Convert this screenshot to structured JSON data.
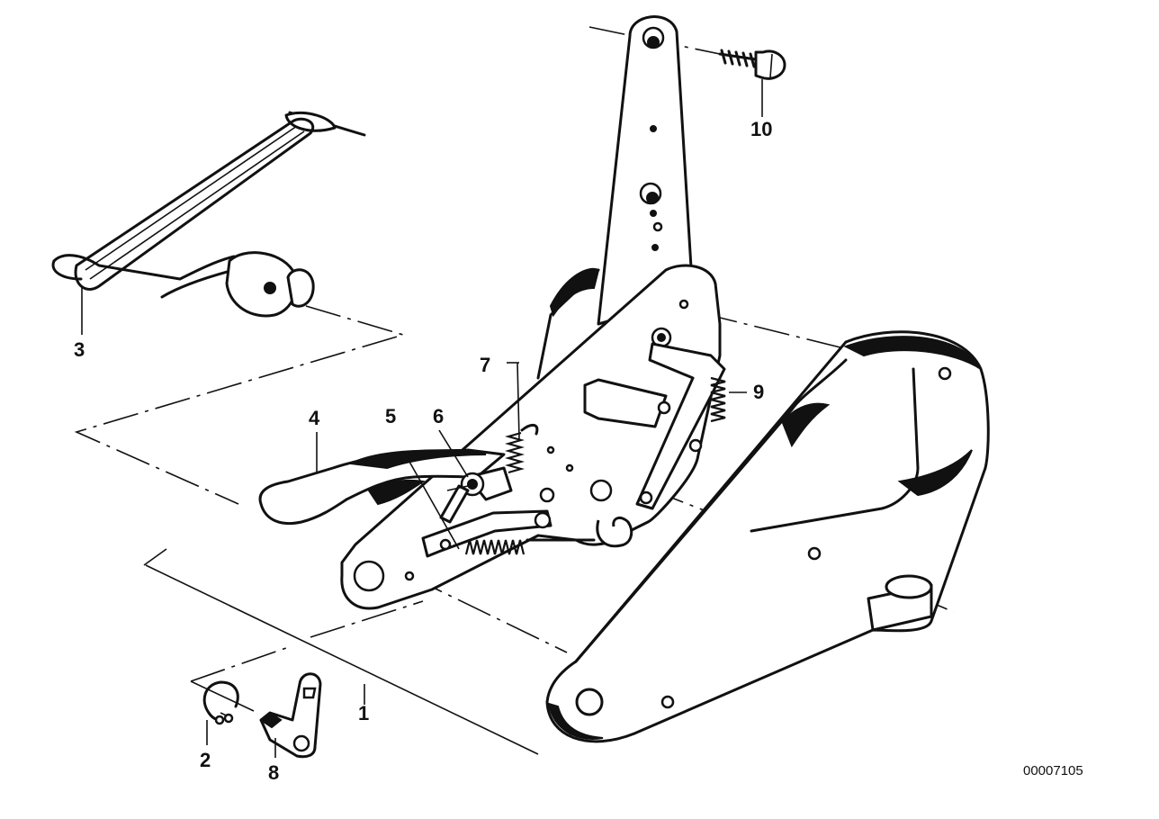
{
  "callouts": [
    {
      "label": "1"
    },
    {
      "label": "2"
    },
    {
      "label": "3"
    },
    {
      "label": "4"
    },
    {
      "label": "5"
    },
    {
      "label": "6"
    },
    {
      "label": "7"
    },
    {
      "label": "8"
    },
    {
      "label": "9"
    },
    {
      "label": "10"
    }
  ],
  "reference_number": "00007105",
  "colors": {
    "ink": "#111111",
    "background": "#ffffff"
  }
}
